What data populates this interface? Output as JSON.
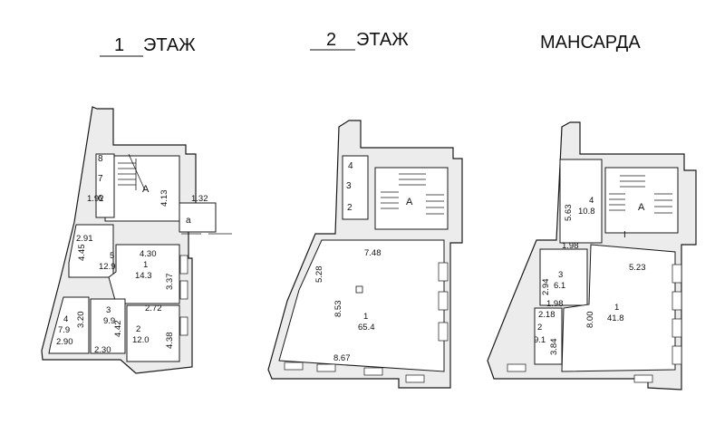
{
  "plans": [
    {
      "id": "floor1",
      "title_number": "1",
      "title": "ЭТАЖ",
      "stair_label": "А",
      "porch_label": "а",
      "small_labels": [
        "8",
        "7",
        "6"
      ],
      "rooms": [
        {
          "no": "5",
          "area": "12.9"
        },
        {
          "no": "1",
          "area": "14.3"
        },
        {
          "no": "4",
          "area": "7.9"
        },
        {
          "no": "3",
          "area": "9.9"
        },
        {
          "no": "2",
          "area": "12.0"
        }
      ],
      "dims": [
        "1.92",
        "4.13",
        "1.32",
        "2.91",
        "4.30",
        "4.45",
        "3.37",
        "2.72",
        "3.20",
        "4.42",
        "4.38",
        "2.90",
        "2.30"
      ]
    },
    {
      "id": "floor2",
      "title_number": "2",
      "title": "ЭТАЖ",
      "stair_label": "А",
      "small_labels": [
        "4",
        "3",
        "2"
      ],
      "rooms": [
        {
          "no": "1",
          "area": "65.4"
        }
      ],
      "dims": [
        "7.48",
        "5.28",
        "8.53",
        "8.67"
      ]
    },
    {
      "id": "attic",
      "title_number": "",
      "title": "МАНСАРДА",
      "stair_label": "А",
      "mark_label": "I",
      "rooms": [
        {
          "no": "4",
          "area": "10.8"
        },
        {
          "no": "3",
          "area": "6.1"
        },
        {
          "no": "1",
          "area": "41.8"
        },
        {
          "no": "2",
          "area": "9.1"
        }
      ],
      "dims": [
        "5.63",
        "1.98",
        "5.23",
        "2.94",
        "1.98",
        "8.00",
        "2.18",
        "3.84"
      ]
    }
  ]
}
